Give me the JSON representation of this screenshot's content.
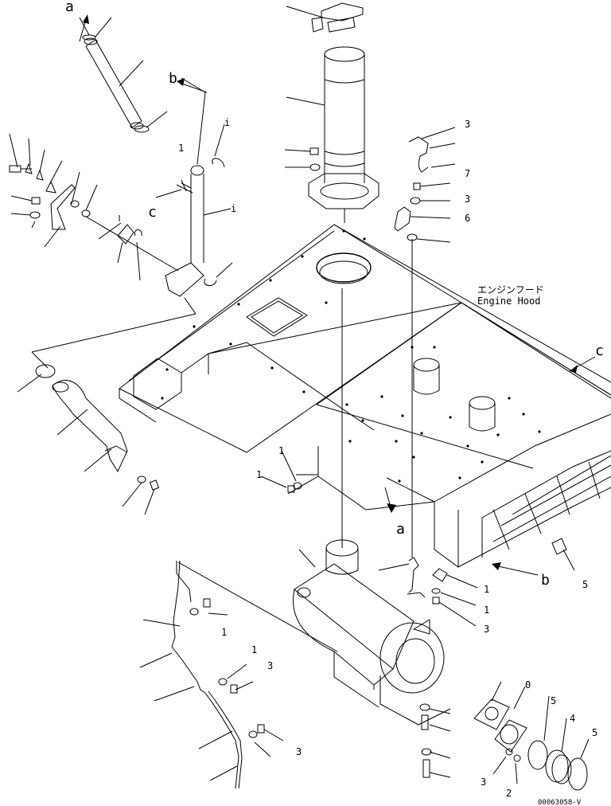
{
  "title_jp": "エンジンフード",
  "title_en": "Engine Hood",
  "drawing_no": "00063058-V",
  "ref_letters": {
    "a_top": "a",
    "b_top": "b",
    "c_left": "c",
    "c_right": "c",
    "a_bottom": "a",
    "b_bottom": "b"
  },
  "callouts": {
    "tail_pipe_bracket_right": "i",
    "tail_pipe_lower": "i",
    "bracket_upper_small": "1",
    "sensor_top": "3",
    "bolt_right_7": "7",
    "washer_right_3": "3",
    "bracket_right_6": "6",
    "bolt_left_1": "1",
    "washer_left_1": "1",
    "clamp_5": "5",
    "bracket_low_1": "1",
    "bracket_low_1b": "1",
    "washer_low_3": "3",
    "harness_1": "1",
    "harness_1b": "1",
    "bolt_3": "3",
    "bolt_3b": "3",
    "ring_5a": "5",
    "ring_4": "4",
    "ring_5b": "5",
    "bolt_bottom_3": "3",
    "bolt_bottom_2": "2",
    "gasket_0": "0"
  }
}
